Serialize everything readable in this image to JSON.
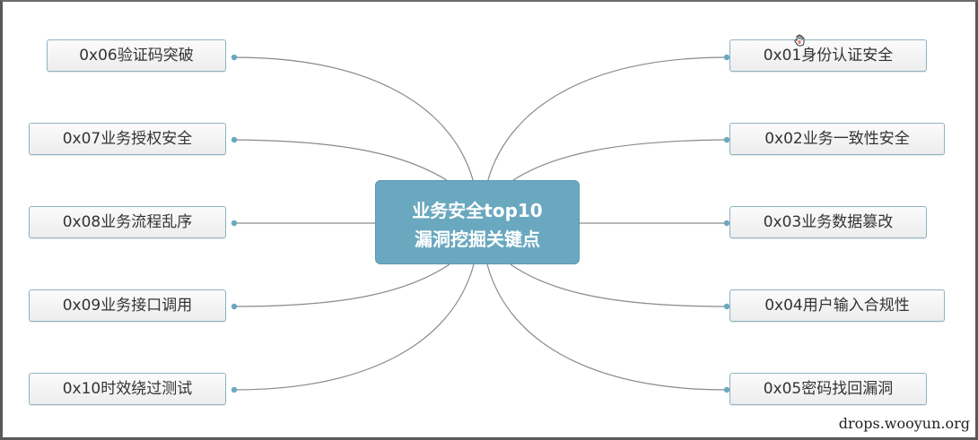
{
  "mindmap": {
    "center_line1": "业务安全top10",
    "center_line2": "漏洞挖掘关键点",
    "left_nodes": [
      "0x06验证码突破",
      "0x07业务授权安全",
      "0x08业务流程乱序",
      "0x09业务接口调用",
      "0x10时效绕过测试"
    ],
    "right_nodes": [
      "0x01身份认证安全",
      "0x02业务一致性安全",
      "0x03业务数据篡改",
      "0x04用户输入合规性",
      "0x05密码找回漏洞"
    ]
  },
  "watermark": "drops.wooyun.org",
  "colors": {
    "center_fill": "#6aa8bf",
    "connector": "#8a8a8a",
    "node_border": "#8fb2c3",
    "dot": "#6aa8bf"
  },
  "icons": {
    "cursor": "hand-pointer-icon"
  }
}
